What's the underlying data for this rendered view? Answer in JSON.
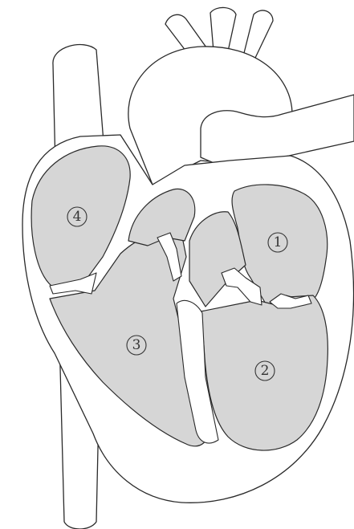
{
  "labels": [
    {
      "id": "chamber-1",
      "text": "1"
    },
    {
      "id": "chamber-2",
      "text": "2"
    },
    {
      "id": "chamber-3",
      "text": "3"
    },
    {
      "id": "chamber-4",
      "text": "4"
    }
  ]
}
